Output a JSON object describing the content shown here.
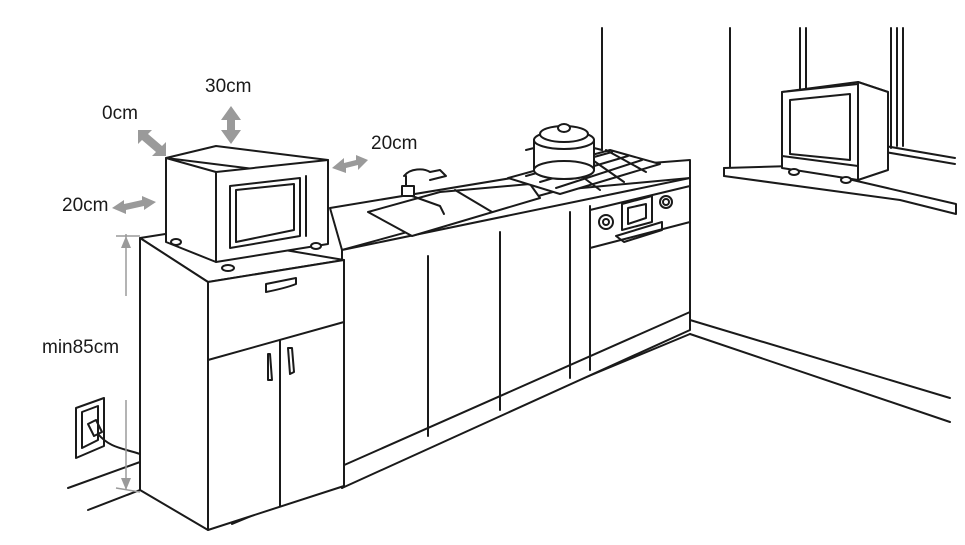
{
  "labels": {
    "top_clearance": "30cm",
    "back_clearance": "0cm",
    "side_clearance_right": "20cm",
    "side_clearance_left": "20cm",
    "min_height": "min85cm"
  },
  "colors": {
    "line": "#1a1a1a",
    "arrow": "#9a9a9a",
    "background": "#ffffff"
  }
}
